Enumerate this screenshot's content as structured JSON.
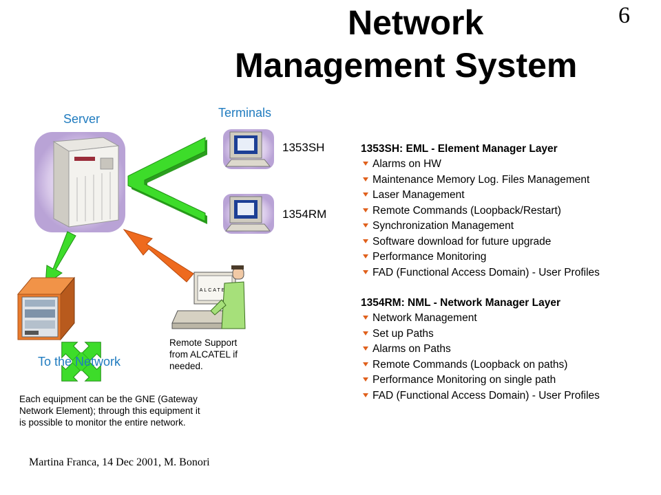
{
  "title": {
    "line1": "Network",
    "line2": "Management System"
  },
  "page_number": "6",
  "labels": {
    "server": "Server",
    "terminals": "Terminals",
    "to_network": "To the Network",
    "terminal_sh": "1353SH",
    "terminal_rm": "1354RM",
    "monitor_brand": "ALCATEL"
  },
  "notes": {
    "remote_support": [
      "Remote Support",
      "from ALCATEL if",
      "needed."
    ],
    "gne": [
      "Each equipment can be the GNE (Gateway",
      "Network Element); through this equipment it",
      "is possible to monitor the entire network."
    ]
  },
  "sections": [
    {
      "heading": "1353SH: EML - Element Manager Layer",
      "items": [
        "Alarms on HW",
        "Maintenance Memory Log. Files Management",
        "Laser Management",
        "Remote Commands (Loopback/Restart)",
        "Synchronization Management",
        "Software download for future upgrade",
        "Performance Monitoring",
        "FAD (Functional Access Domain) - User Profiles"
      ]
    },
    {
      "heading": "1354RM: NML - Network Manager Layer",
      "items": [
        "Network Management",
        "Set up Paths",
        "Alarms on Paths",
        "Remote Commands (Loopback on paths)",
        "Performance Monitoring on single path",
        "FAD (Functional Access Domain) - User Profiles"
      ]
    }
  ],
  "footer": "Martina Franca, 14 Dec 2001, M. Bonori",
  "colors": {
    "arrow_green": "#3ddc2a",
    "arrow_orange": "#ee6a1e",
    "label_blue": "#1f7bbf",
    "bullet": "#e0601c"
  }
}
